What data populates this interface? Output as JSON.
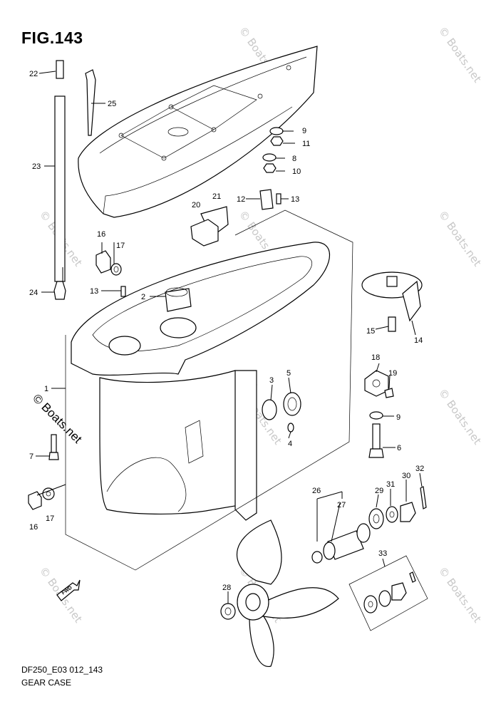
{
  "figure": {
    "title": "FIG.143",
    "code": "DF250_E03 012_143",
    "name": "GEAR CASE"
  },
  "watermark": {
    "text": "© Boats.net",
    "big_text": "© Boats.net"
  },
  "callouts": [
    {
      "id": "c22",
      "label": "22"
    },
    {
      "id": "c25",
      "label": "25"
    },
    {
      "id": "c23",
      "label": "23"
    },
    {
      "id": "c24",
      "label": "24"
    },
    {
      "id": "c9a",
      "label": "9"
    },
    {
      "id": "c11",
      "label": "11"
    },
    {
      "id": "c8",
      "label": "8"
    },
    {
      "id": "c10",
      "label": "10"
    },
    {
      "id": "c12",
      "label": "12"
    },
    {
      "id": "c13a",
      "label": "13"
    },
    {
      "id": "c21",
      "label": "21"
    },
    {
      "id": "c20",
      "label": "20"
    },
    {
      "id": "c16a",
      "label": "16"
    },
    {
      "id": "c17a",
      "label": "17"
    },
    {
      "id": "c13b",
      "label": "13"
    },
    {
      "id": "c2",
      "label": "2"
    },
    {
      "id": "c14",
      "label": "14"
    },
    {
      "id": "c15",
      "label": "15"
    },
    {
      "id": "c18",
      "label": "18"
    },
    {
      "id": "c19",
      "label": "19"
    },
    {
      "id": "c1",
      "label": "1"
    },
    {
      "id": "c3",
      "label": "3"
    },
    {
      "id": "c5",
      "label": "5"
    },
    {
      "id": "c9b",
      "label": "9"
    },
    {
      "id": "c4",
      "label": "4"
    },
    {
      "id": "c6",
      "label": "6"
    },
    {
      "id": "c7",
      "label": "7"
    },
    {
      "id": "c16b",
      "label": "16"
    },
    {
      "id": "c17b",
      "label": "17"
    },
    {
      "id": "c26",
      "label": "26"
    },
    {
      "id": "c27",
      "label": "27"
    },
    {
      "id": "c29",
      "label": "29"
    },
    {
      "id": "c31",
      "label": "31"
    },
    {
      "id": "c30",
      "label": "30"
    },
    {
      "id": "c32",
      "label": "32"
    },
    {
      "id": "c33",
      "label": "33"
    },
    {
      "id": "c28",
      "label": "28"
    }
  ],
  "fwd_label": "FWD",
  "icons": {
    "forward_arrow": "forward-arrow-icon"
  }
}
